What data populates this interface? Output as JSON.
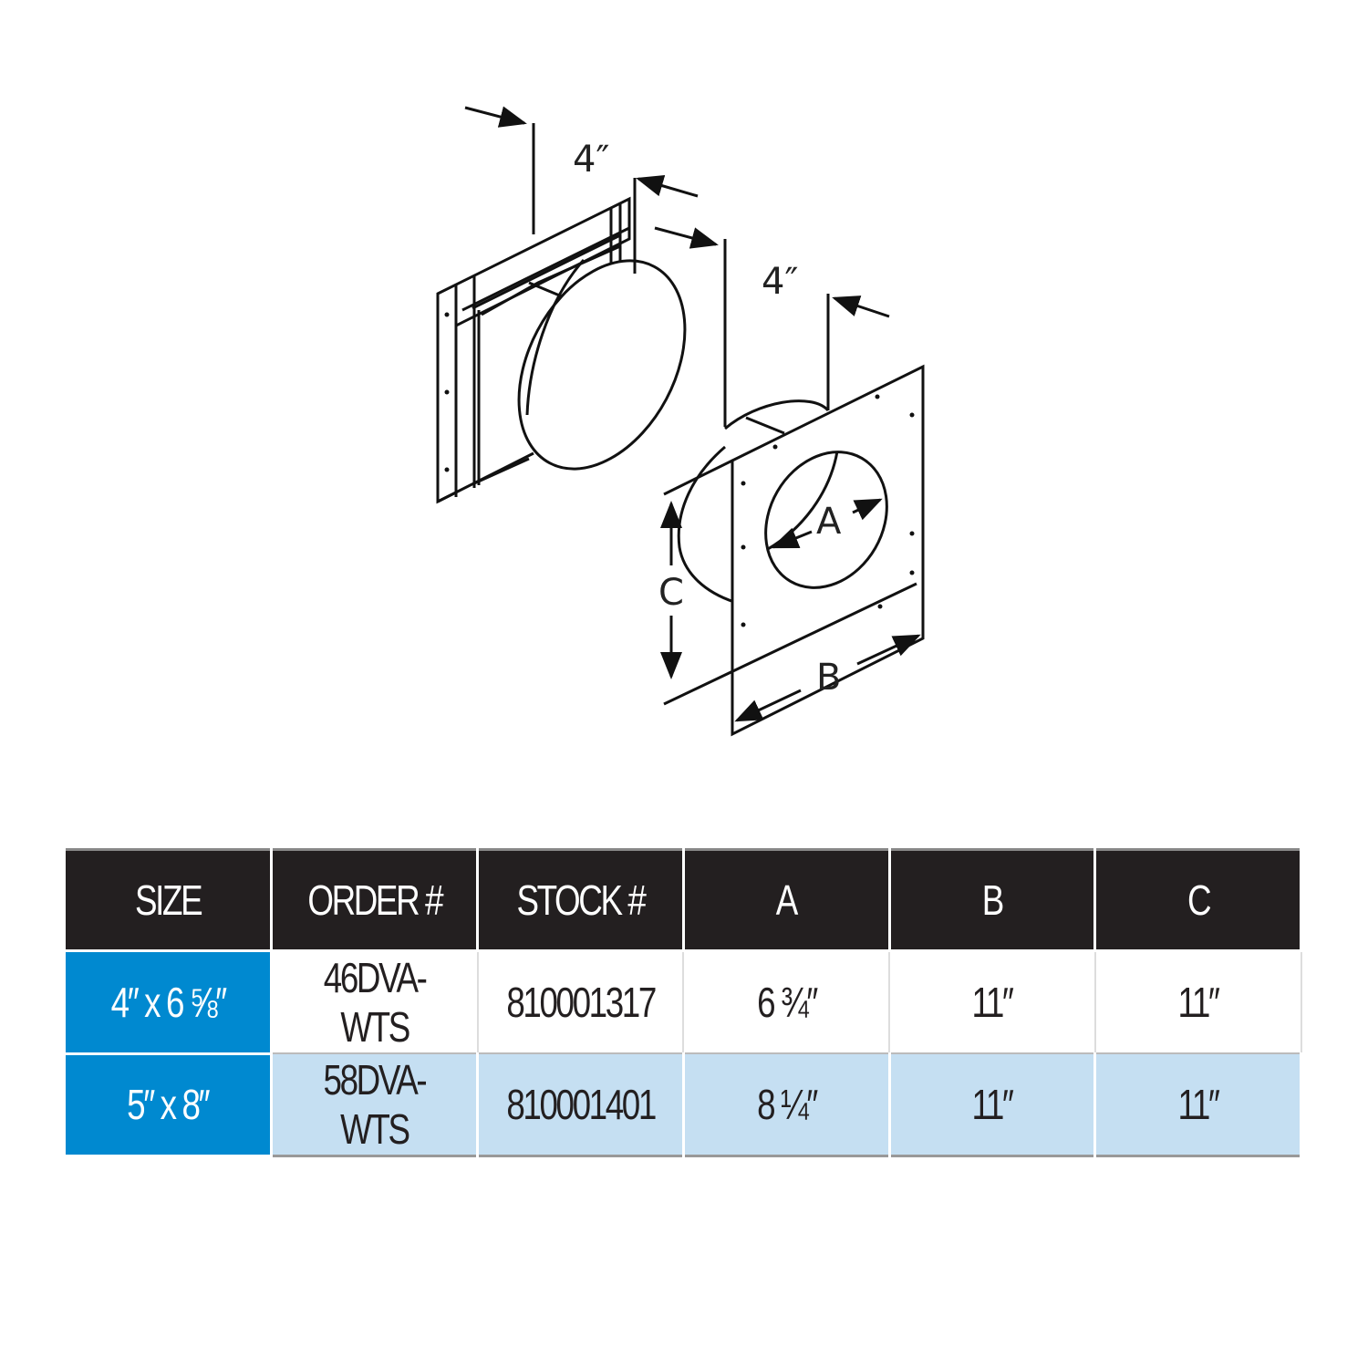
{
  "diagram": {
    "labels": {
      "depth_left": "4″",
      "depth_right": "4″",
      "a": "A",
      "b": "B",
      "c": "C"
    }
  },
  "table": {
    "headers": [
      "SIZE",
      "ORDER #",
      "STOCK #",
      "A",
      "B",
      "C"
    ],
    "rows": [
      [
        "4″ x 6 ⅝″",
        "46DVA-WTS",
        "810001317",
        "6 ¾″",
        "11″",
        "11″"
      ],
      [
        "5″ x 8″",
        "58DVA-WTS",
        "810001401",
        "8 ¼″",
        "11″",
        "11″"
      ]
    ]
  },
  "colors": {
    "header": "#231f20",
    "size_cell": "#0089d0",
    "alt_row": "#c5dff2"
  }
}
